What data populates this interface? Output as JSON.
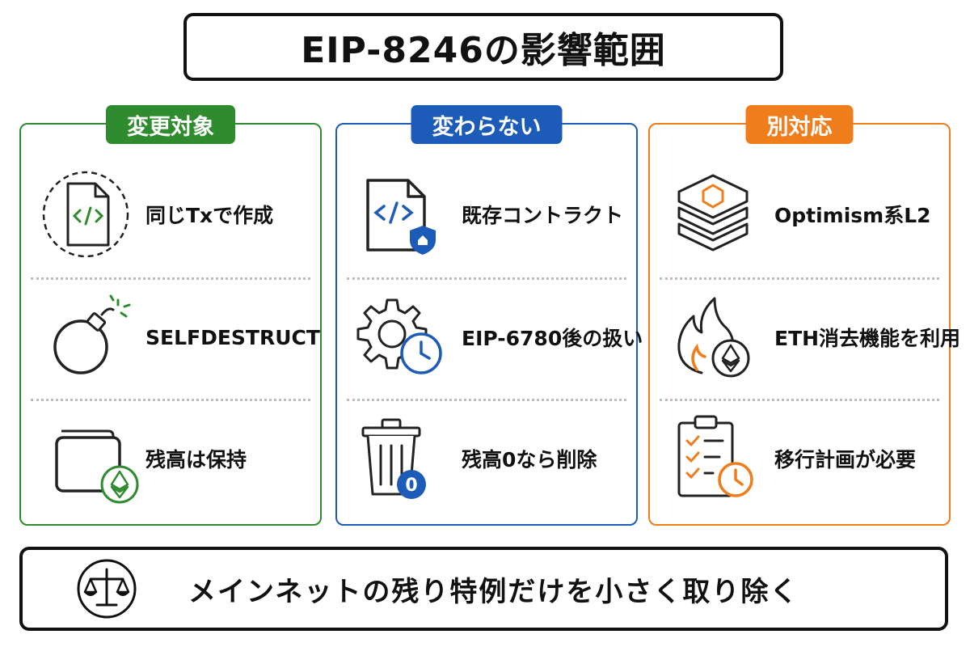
{
  "title": "EIP-8246の影響範囲",
  "panels": [
    {
      "badge": "変更対象",
      "color": "#2e8b2e",
      "items": [
        {
          "label": "同じTxで作成",
          "icon": "code-file-dashed-circle-icon"
        },
        {
          "label": "SELFDESTRUCT",
          "icon": "bomb-icon"
        },
        {
          "label": "残高は保持",
          "icon": "wallet-eth-icon"
        }
      ]
    },
    {
      "badge": "変わらない",
      "color": "#1c5bb8",
      "items": [
        {
          "label": "既存コントラクト",
          "icon": "code-file-shield-icon"
        },
        {
          "label": "EIP-6780後の扱い",
          "icon": "gear-clock-icon"
        },
        {
          "label": "残高0なら削除",
          "icon": "trash-zero-icon"
        }
      ]
    },
    {
      "badge": "別対応",
      "color": "#f07d1c",
      "items": [
        {
          "label": "Optimism系L2",
          "icon": "layers-hexagon-icon"
        },
        {
          "label": "ETH消去機能を利用",
          "icon": "flame-eth-icon"
        },
        {
          "label": "移行計画が必要",
          "icon": "checklist-clock-icon"
        }
      ]
    }
  ],
  "footer": {
    "text": "メインネットの残り特例だけを小さく取り除く",
    "icon": "balance-scale-icon"
  }
}
